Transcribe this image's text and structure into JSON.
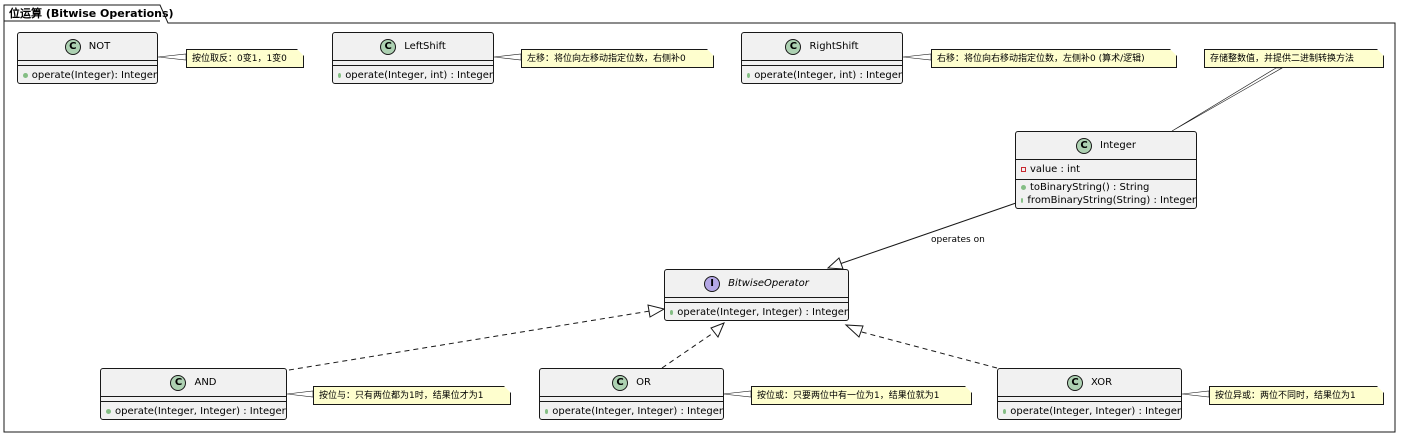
{
  "package": {
    "title": "位运算 (Bitwise Operations)"
  },
  "classes": {
    "not": {
      "name": "NOT",
      "methods": [
        "operate(Integer): Integer"
      ]
    },
    "leftshift": {
      "name": "LeftShift",
      "methods": [
        "operate(Integer, int) : Integer"
      ]
    },
    "rightshift": {
      "name": "RightShift",
      "methods": [
        "operate(Integer, int) : Integer"
      ]
    },
    "integer": {
      "name": "Integer",
      "fields": [
        "value : int"
      ],
      "methods": [
        "toBinaryString() : String",
        "fromBinaryString(String) : Integer"
      ]
    },
    "bitwise": {
      "name": "BitwiseOperator",
      "methods": [
        "operate(Integer, Integer) : Integer"
      ]
    },
    "and": {
      "name": "AND",
      "methods": [
        "operate(Integer, Integer) : Integer"
      ]
    },
    "or": {
      "name": "OR",
      "methods": [
        "operate(Integer, Integer) : Integer"
      ]
    },
    "xor": {
      "name": "XOR",
      "methods": [
        "operate(Integer, Integer) : Integer"
      ]
    }
  },
  "badges": {
    "class": "C",
    "interface": "I"
  },
  "notes": {
    "not": "按位取反：0变1，1变0",
    "leftshift": "左移：将位向左移动指定位数，右侧补0",
    "rightshift": "右移：将位向右移动指定位数，左侧补0 (算术/逻辑)",
    "integer": "存储整数值，并提供二进制转换方法",
    "and": "按位与：只有两位都为1时，结果位才为1",
    "or": "按位或：只要两位中有一位为1，结果位就为1",
    "xor": "按位异或：两位不同时，结果位为1"
  },
  "relations": {
    "integer_to_bitwise": "operates on"
  },
  "colors": {
    "class_fill": "#f1f1f1",
    "note_fill": "#fefece",
    "class_badge": "#add1b2",
    "interface_badge": "#b4a7e5"
  }
}
